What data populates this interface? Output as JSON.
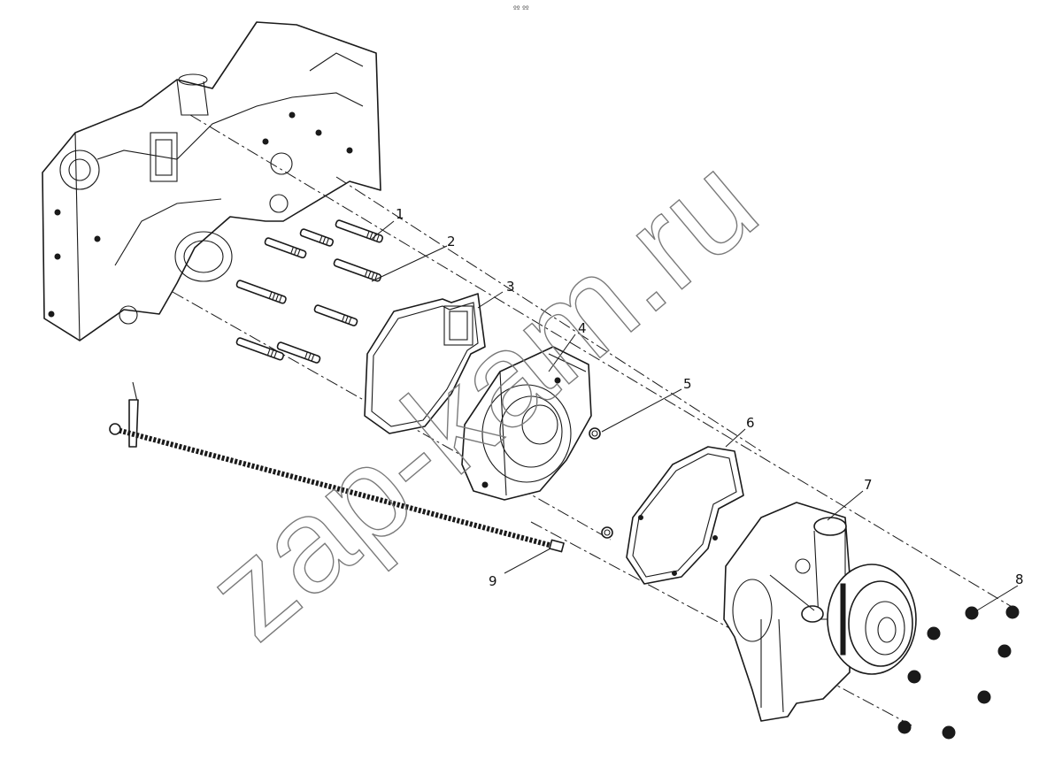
{
  "header_mark": "ºº ºº",
  "watermark": "zap-kam.ru",
  "callouts": [
    {
      "label": "1"
    },
    {
      "label": "2"
    },
    {
      "label": "3"
    },
    {
      "label": "4"
    },
    {
      "label": "5"
    },
    {
      "label": "6"
    },
    {
      "label": "7"
    },
    {
      "label": "8"
    },
    {
      "label": "9"
    }
  ]
}
